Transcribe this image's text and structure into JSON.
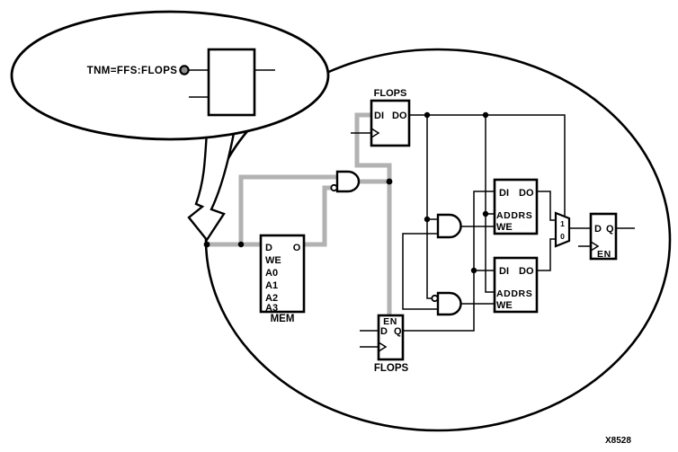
{
  "figure_number": "X8528",
  "colors": {
    "wire_gray": "#b2b2b2",
    "marker_gray": "#8f8f8f",
    "line_black": "#000000"
  },
  "callout": {
    "label": "TNM=FFS:FLOPS"
  },
  "flops_top": {
    "title": "FLOPS",
    "di": "DI",
    "do": "DO"
  },
  "mem": {
    "title": "MEM",
    "d": "D",
    "o": "O",
    "we": "WE",
    "a0": "A0",
    "a1": "A1",
    "a2": "A2",
    "a3": "A3"
  },
  "ram_top": {
    "di": "DI",
    "do": "DO",
    "addrs": "ADDRS",
    "we": "WE"
  },
  "ram_bottom": {
    "di": "DI",
    "do": "DO",
    "addrs": "ADDRS",
    "we": "WE"
  },
  "mux": {
    "one": "1",
    "zero": "0"
  },
  "ff_right": {
    "d": "D",
    "q": "Q",
    "en": "EN"
  },
  "flops_bottom": {
    "title": "FLOPS",
    "en": "EN",
    "d": "D",
    "q": "Q"
  }
}
